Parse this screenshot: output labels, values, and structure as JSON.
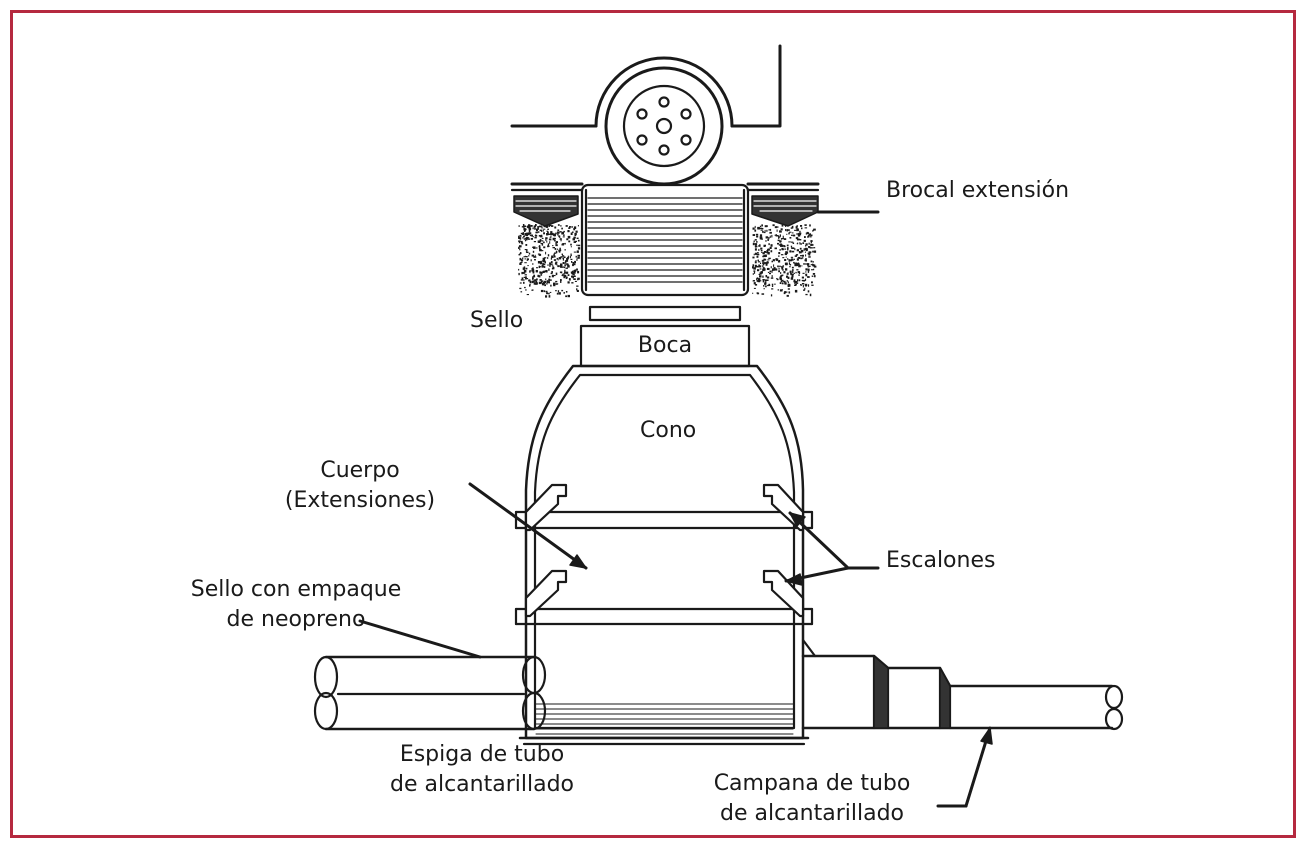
{
  "labels": {
    "brocal_extension": "Brocal extensión",
    "sello": "Sello",
    "boca": "Boca",
    "cono": "Cono",
    "cuerpo_line1": "Cuerpo",
    "cuerpo_line2": "(Extensiones)",
    "escalones": "Escalones",
    "sello_empaque_line1": "Sello con empaque",
    "sello_empaque_line2": "de neopreno",
    "espiga_line1": "Espiga de tubo",
    "espiga_line2": "de alcantarillado",
    "campana_line1": "Campana de tubo",
    "campana_line2": "de alcantarillado"
  },
  "colors": {
    "frame": "#b5293f",
    "ink": "#1a1a1a"
  }
}
